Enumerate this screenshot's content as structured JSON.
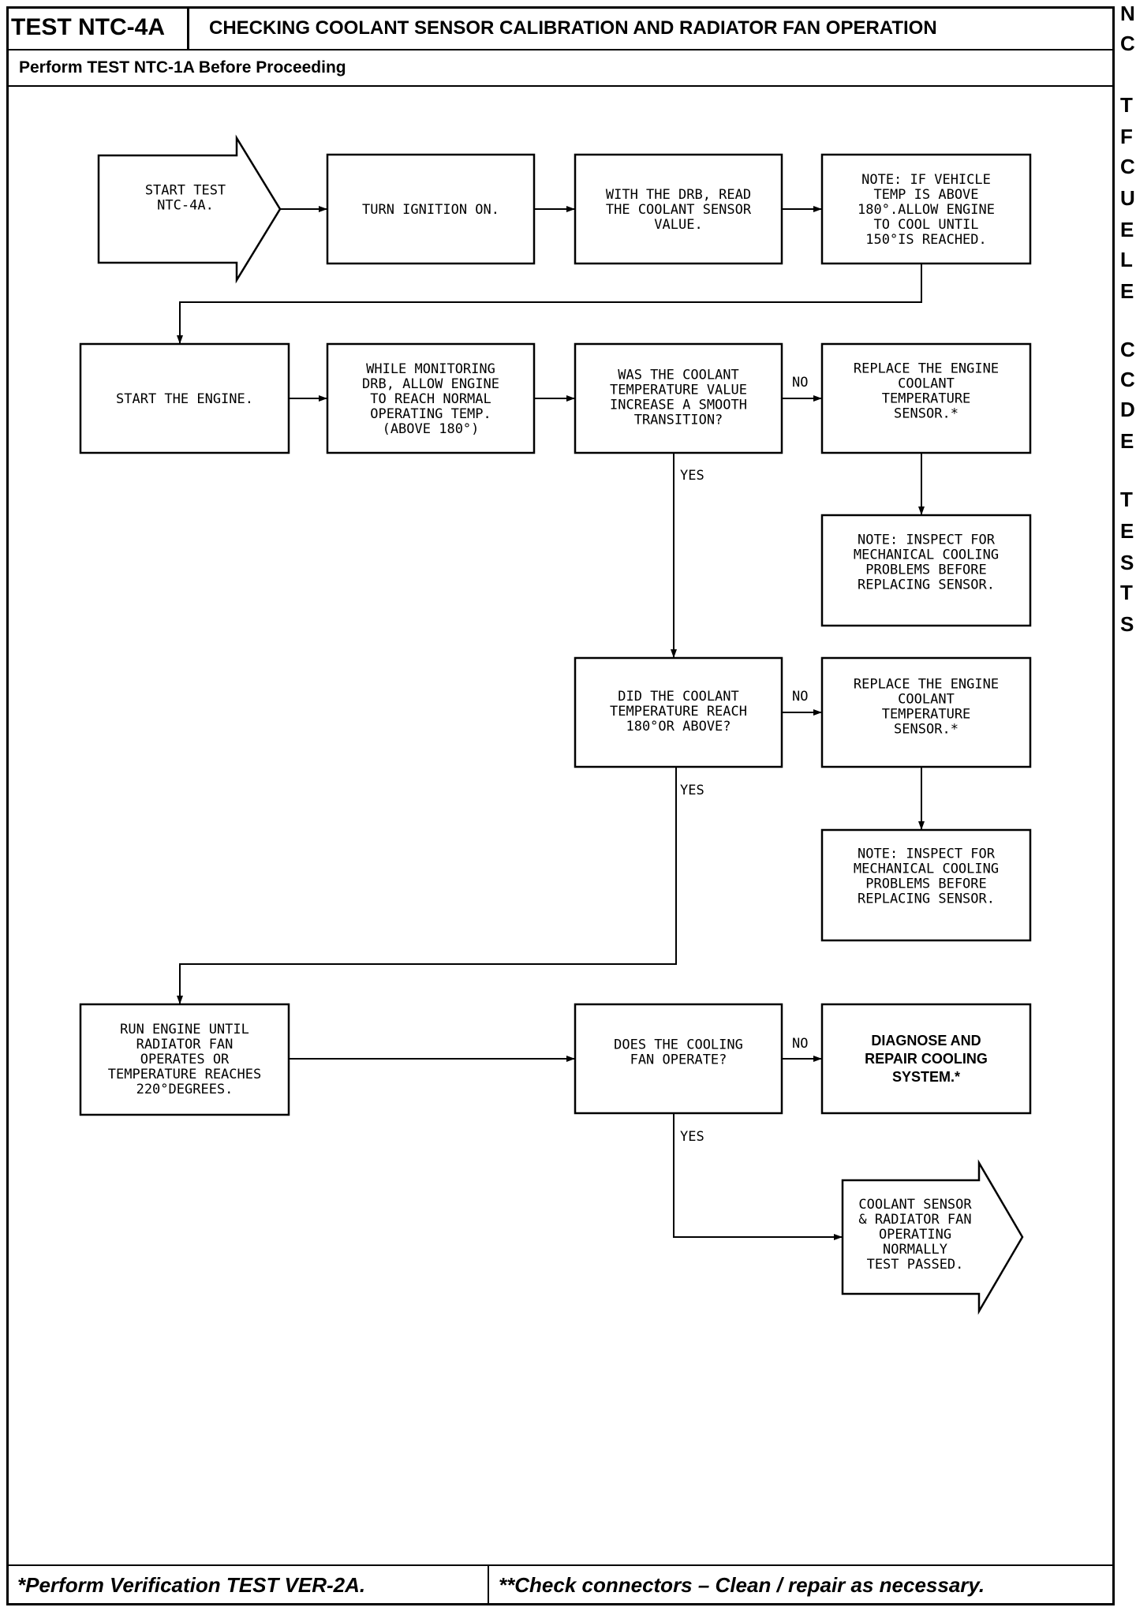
{
  "header": {
    "test_id": "TEST NTC-4A",
    "title": "CHECKING COOLANT SENSOR CALIBRATION AND RADIATOR FAN OPERATION",
    "subtitle": "Perform TEST NTC-1A Before Proceeding"
  },
  "footer": {
    "left": "*Perform Verification TEST VER-2A.",
    "right": "**Check connectors – Clean / repair as necessary."
  },
  "flow": {
    "start": [
      "START TEST",
      "NTC-4A."
    ],
    "ignition": [
      "TURN IGNITION ON."
    ],
    "read_sensor": [
      "WITH THE DRB, READ",
      "THE COOLANT SENSOR",
      "VALUE."
    ],
    "note_cool": [
      "NOTE: IF VEHICLE",
      "TEMP IS ABOVE",
      "180°.ALLOW ENGINE",
      "TO COOL UNTIL",
      "150°IS REACHED."
    ],
    "start_engine": [
      "START THE ENGINE."
    ],
    "monitor": [
      "WHILE MONITORING",
      "DRB, ALLOW ENGINE",
      "TO REACH NORMAL",
      "OPERATING TEMP.",
      "(ABOVE 180°)"
    ],
    "smooth_q": [
      "WAS THE COOLANT",
      "TEMPERATURE VALUE",
      "INCREASE A SMOOTH",
      "TRANSITION?"
    ],
    "replace1": [
      "REPLACE THE ENGINE",
      "COOLANT",
      "TEMPERATURE",
      "SENSOR.*"
    ],
    "note_inspect1": [
      "NOTE: INSPECT FOR",
      "MECHANICAL COOLING",
      "PROBLEMS BEFORE",
      "REPLACING SENSOR."
    ],
    "reach_q": [
      "DID THE COOLANT",
      "TEMPERATURE REACH",
      "180°OR ABOVE?"
    ],
    "replace2": [
      "REPLACE THE ENGINE",
      "COOLANT",
      "TEMPERATURE",
      "SENSOR.*"
    ],
    "note_inspect2": [
      "NOTE: INSPECT FOR",
      "MECHANICAL COOLING",
      "PROBLEMS BEFORE",
      "REPLACING SENSOR."
    ],
    "run_engine": [
      "RUN ENGINE UNTIL",
      "RADIATOR FAN",
      "OPERATES OR",
      "TEMPERATURE REACHES",
      "220°DEGREES."
    ],
    "fan_q": [
      "DOES THE COOLING",
      "FAN OPERATE?"
    ],
    "diagnose": [
      "DIAGNOSE AND",
      "REPAIR COOLING",
      "SYSTEM.*"
    ],
    "passed": [
      "COOLANT SENSOR",
      "& RADIATOR FAN",
      "OPERATING",
      "NORMALLY",
      "TEST PASSED."
    ]
  },
  "labels": {
    "yes": "YES",
    "no": "NO"
  },
  "edge_letters": [
    "N",
    "C",
    "T",
    "F",
    "C",
    "U",
    "E",
    "L",
    "E",
    "C",
    "C",
    "D",
    "E",
    "T",
    "E",
    "S",
    "T",
    "S"
  ]
}
